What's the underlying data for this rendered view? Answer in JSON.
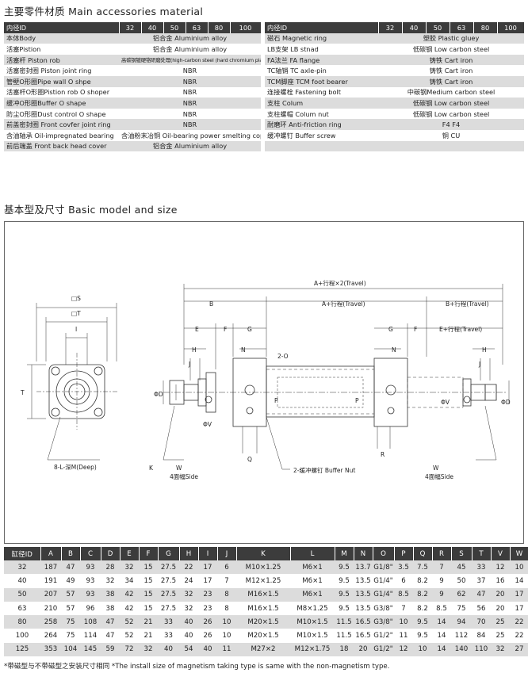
{
  "materials": {
    "title": "主要零件材质 Main accessories material",
    "headers": [
      "内径ID",
      "32",
      "40",
      "50",
      "63",
      "80",
      "100"
    ],
    "left_rows": [
      {
        "name": "本体Body",
        "value": "铝合金 Aluminium alloy"
      },
      {
        "name": "活塞Pistion",
        "value": "铝合金 Aluminium alloy"
      },
      {
        "name": "活塞杆 Piston rob",
        "value": "高碳钢镀硬铬研磨处理(high-carbon steel (hard chromium plating grinding)"
      },
      {
        "name": "活塞密封圈 Piston joint ring",
        "value": "NBR"
      },
      {
        "name": "管壁O形圈Pipe wall O shpe",
        "value": "NBR"
      },
      {
        "name": "活塞杆O形圈Pistion rob O shoper",
        "value": "NBR"
      },
      {
        "name": "缓冲O形圈Buffer O shape",
        "value": "NBR"
      },
      {
        "name": "防尘O形圈Dust control O shape",
        "value": "NBR"
      },
      {
        "name": "前盖密封圈 Front covfer joint ring",
        "value": "NBR"
      },
      {
        "name": "含油轴承 Oil-impregnated bearing",
        "value": "含油粉末冶铜 Oil-bearing power smelting copper"
      },
      {
        "name": "前后端盖 Front back head cover",
        "value": "铝合金 Aluminium alloy"
      }
    ],
    "right_rows": [
      {
        "name": "磁石 Magnetic ring",
        "value": "塑胶 Plastic gluey"
      },
      {
        "name": "LB支架 LB stnad",
        "value": "低碳钢 Low carbon steel"
      },
      {
        "name": "FA法兰 FA flange",
        "value": "铸铁 Cart iron"
      },
      {
        "name": "TC轴销 TC axle-pin",
        "value": "铸铁 Cart iron"
      },
      {
        "name": "TCM脚座 TCM foot bearer",
        "value": "铸铁 Cart iron"
      },
      {
        "name": "连接螺栓 Fastening bolt",
        "value": "中碳钢Medium carbon steel"
      },
      {
        "name": "支柱 Colum",
        "value": "低碳钢 Low carbon steel"
      },
      {
        "name": "支柱螺帽 Colum nut",
        "value": "低碳钢 Low carbon steel"
      },
      {
        "name": "耐磨环 Anti-friction ring",
        "value": "F4    F4"
      },
      {
        "name": "缓冲螺钉 Buffer screw",
        "value": "铜   CU"
      },
      {
        "name": "",
        "value": ""
      }
    ]
  },
  "basic": {
    "title": "基本型及尺寸 Basic model and size"
  },
  "drawing": {
    "labels": {
      "s": "□S",
      "t": "□T",
      "i": "I",
      "t_side": "T",
      "deep": "8-L-深M(Deep)",
      "k": "K",
      "w1": "W",
      "side1": "4面幅Side",
      "a2": "A+行程×2(Travel)",
      "b": "B",
      "a1": "A+行程(Travel)",
      "b_travel": "B+行程(Travel)",
      "e": "E",
      "f": "F",
      "g": "G",
      "g2": "G",
      "f2": "F",
      "e_travel": "E+行程(Travel)",
      "h": "H",
      "n": "N",
      "two_o": "2-O",
      "n2": "N",
      "h2": "H",
      "j": "J",
      "j2": "J",
      "phi_d": "ΦD",
      "phi_v": "ΦV",
      "p": "P",
      "p2": "P",
      "q": "Q",
      "r": "R",
      "phi_v2": "ΦV",
      "phi_d2": "ΦD",
      "buffer_nut": "2-缓冲螺钉 Buffer Nut",
      "w2": "W",
      "side2": "4面幅Side"
    }
  },
  "dimensions": {
    "headers": [
      "缸径ID",
      "A",
      "B",
      "C",
      "D",
      "E",
      "F",
      "G",
      "H",
      "I",
      "J",
      "K",
      "L",
      "M",
      "N",
      "O",
      "P",
      "Q",
      "R",
      "S",
      "T",
      "V",
      "W"
    ],
    "rows": [
      [
        "32",
        "187",
        "47",
        "93",
        "28",
        "32",
        "15",
        "27.5",
        "22",
        "17",
        "6",
        "M10×1.25",
        "M6×1",
        "9.5",
        "13.7",
        "G1/8\"",
        "3.5",
        "7.5",
        "7",
        "45",
        "33",
        "12",
        "10"
      ],
      [
        "40",
        "191",
        "49",
        "93",
        "32",
        "34",
        "15",
        "27.5",
        "24",
        "17",
        "7",
        "M12×1.25",
        "M6×1",
        "9.5",
        "13.5",
        "G1/4\"",
        "6",
        "8.2",
        "9",
        "50",
        "37",
        "16",
        "14"
      ],
      [
        "50",
        "207",
        "57",
        "93",
        "38",
        "42",
        "15",
        "27.5",
        "32",
        "23",
        "8",
        "M16×1.5",
        "M6×1",
        "9.5",
        "13.5",
        "G1/4\"",
        "8.5",
        "8.2",
        "9",
        "62",
        "47",
        "20",
        "17"
      ],
      [
        "63",
        "210",
        "57",
        "96",
        "38",
        "42",
        "15",
        "27.5",
        "32",
        "23",
        "8",
        "M16×1.5",
        "M8×1.25",
        "9.5",
        "13.5",
        "G3/8\"",
        "7",
        "8.2",
        "8.5",
        "75",
        "56",
        "20",
        "17"
      ],
      [
        "80",
        "258",
        "75",
        "108",
        "47",
        "52",
        "21",
        "33",
        "40",
        "26",
        "10",
        "M20×1.5",
        "M10×1.5",
        "11.5",
        "16.5",
        "G3/8\"",
        "10",
        "9.5",
        "14",
        "94",
        "70",
        "25",
        "22"
      ],
      [
        "100",
        "264",
        "75",
        "114",
        "47",
        "52",
        "21",
        "33",
        "40",
        "26",
        "10",
        "M20×1.5",
        "M10×1.5",
        "11.5",
        "16.5",
        "G1/2\"",
        "11",
        "9.5",
        "14",
        "112",
        "84",
        "25",
        "22"
      ],
      [
        "125",
        "353",
        "104",
        "145",
        "59",
        "72",
        "32",
        "40",
        "54",
        "40",
        "11",
        "M27×2",
        "M12×1.75",
        "18",
        "20",
        "G1/2\"",
        "12",
        "10",
        "14",
        "140",
        "110",
        "32",
        "27"
      ]
    ],
    "note": "*带磁型与不带磁型之安装尺寸相同 *The install size of magnetism taking type is same with the non-magnetism type."
  }
}
